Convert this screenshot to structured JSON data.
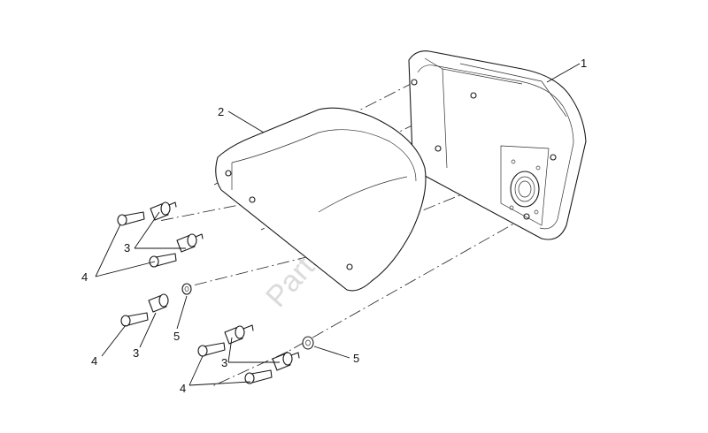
{
  "callouts": {
    "c1": "1",
    "c2": "2",
    "c3a": "3",
    "c3b": "3",
    "c3c": "3",
    "c4a": "4",
    "c4b": "4",
    "c4c": "4",
    "c5a": "5",
    "c5b": "5"
  },
  "watermark": "PartsRepublik",
  "colors": {
    "line": "#1a1a1a",
    "watermark": "#cfcfcf",
    "background": "#ffffff"
  }
}
